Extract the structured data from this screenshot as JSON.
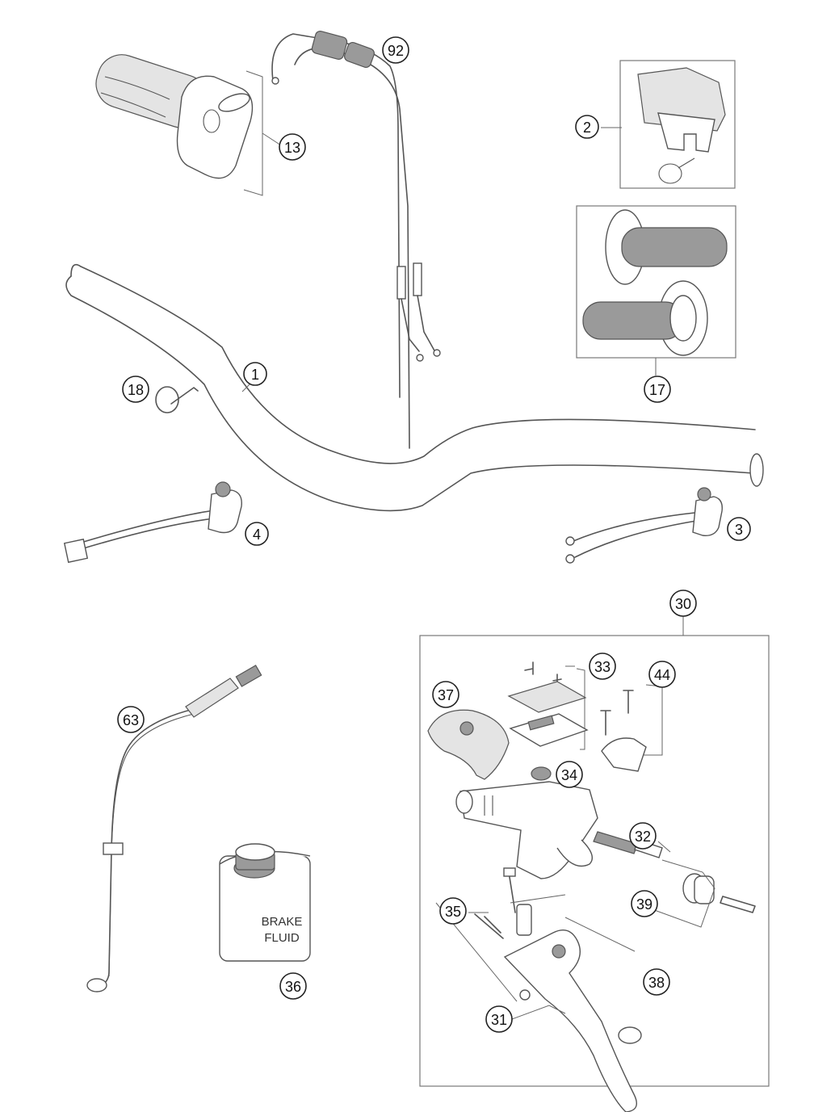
{
  "diagram": {
    "callouts": {
      "c1": "1",
      "c2": "2",
      "c3": "3",
      "c4": "4",
      "c13": "13",
      "c17": "17",
      "c18": "18",
      "c30": "30",
      "c31": "31",
      "c32": "32",
      "c33": "33",
      "c34": "34",
      "c35": "35",
      "c36": "36",
      "c37": "37",
      "c38": "38",
      "c39": "39",
      "c44": "44",
      "c63": "63",
      "c92": "92"
    },
    "can_label": {
      "line1": "BRAKE",
      "line2": "FLUID"
    }
  }
}
